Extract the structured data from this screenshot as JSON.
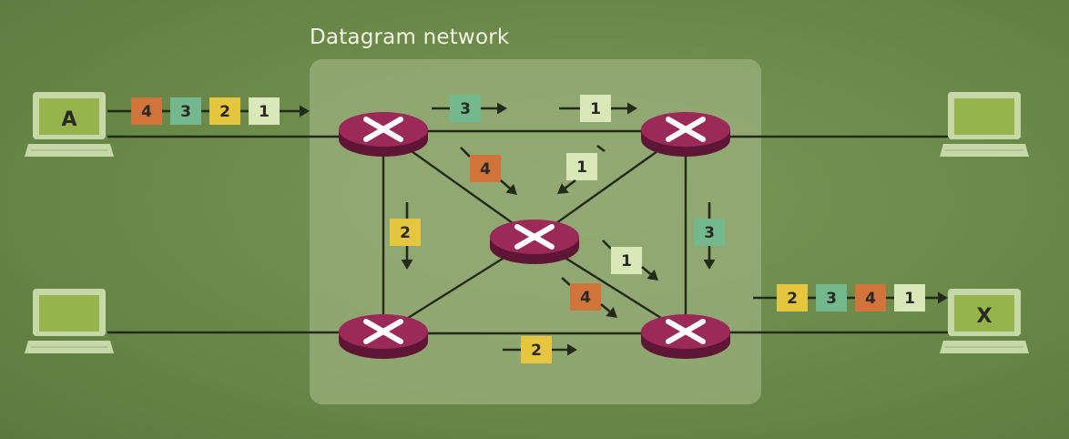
{
  "title": "Datagram network",
  "colors": {
    "background": "#6b8a4a",
    "network_box": "#9aae7c",
    "router": "#8e2350",
    "router_top": "#9b2a58",
    "link": "#222a18",
    "packet_1": "#d8e8b8",
    "packet_2": "#e6c63e",
    "packet_3": "#74b88e",
    "packet_4": "#d0743c",
    "screen": "#95b44c",
    "laptop_frame": "#c6d8a8"
  },
  "laptops": [
    {
      "id": "top-left",
      "label": "A"
    },
    {
      "id": "bottom-left",
      "label": ""
    },
    {
      "id": "top-right",
      "label": ""
    },
    {
      "id": "bottom-right",
      "label": "X"
    }
  ],
  "sequences": {
    "source_queue": [
      "4",
      "3",
      "2",
      "1"
    ],
    "destination_queue": [
      "2",
      "3",
      "4",
      "1"
    ]
  },
  "in_transit_packets": [
    {
      "label": "3",
      "kind": "3",
      "link": "top-left router to top-right router"
    },
    {
      "label": "1",
      "kind": "1",
      "link": "top-left router to top-right router"
    },
    {
      "label": "4",
      "kind": "4",
      "link": "top-left router to center router"
    },
    {
      "label": "1",
      "kind": "1",
      "link": "top-right router to center router"
    },
    {
      "label": "2",
      "kind": "2",
      "link": "top-left router to bottom-left router"
    },
    {
      "label": "3",
      "kind": "3",
      "link": "top-right router to bottom-right router"
    },
    {
      "label": "1",
      "kind": "1",
      "link": "center router to bottom-right router"
    },
    {
      "label": "4",
      "kind": "4",
      "link": "center router to bottom-right router"
    },
    {
      "label": "2",
      "kind": "2",
      "link": "bottom-left router to bottom-right router"
    }
  ]
}
